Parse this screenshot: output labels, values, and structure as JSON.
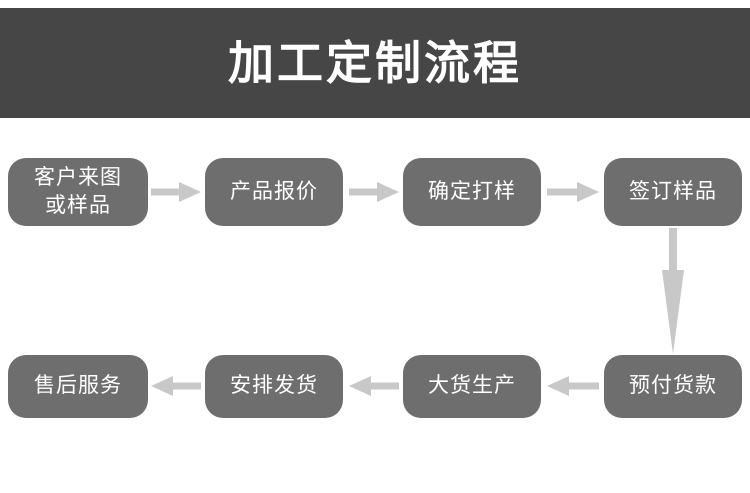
{
  "header": {
    "title": "加工定制流程",
    "background_color": "#464646",
    "text_color": "#ffffff"
  },
  "theme": {
    "node_fill": "#6e6e6e",
    "node_text": "#ffffff",
    "arrow_color": "#c8c8c8",
    "page_background": "#ffffff"
  },
  "flowchart": {
    "type": "process-flow",
    "direction": "boustrophedon",
    "row1": {
      "flow": "left-to-right",
      "nodes": [
        {
          "id": "step-1",
          "label": "客户来图\n或样品",
          "line1": "客户来图",
          "line2": "或样品",
          "lines": 2
        },
        {
          "id": "step-2",
          "label": "产品报价",
          "line1": "产品报价",
          "lines": 1
        },
        {
          "id": "step-3",
          "label": "确定打样",
          "line1": "确定打样",
          "lines": 1
        },
        {
          "id": "step-4",
          "label": "签订样品",
          "line1": "签订样品",
          "lines": 1
        }
      ]
    },
    "row2": {
      "flow": "right-to-left",
      "nodes": [
        {
          "id": "step-8",
          "label": "售后服务",
          "line1": "售后服务",
          "lines": 1
        },
        {
          "id": "step-7",
          "label": "安排发货",
          "line1": "安排发货",
          "lines": 1
        },
        {
          "id": "step-6",
          "label": "大货生产",
          "line1": "大货生产",
          "lines": 1
        },
        {
          "id": "step-5",
          "label": "预付货款",
          "line1": "预付货款",
          "lines": 1
        }
      ]
    },
    "connectors": [
      {
        "id": "arrow-1",
        "from": "step-1",
        "to": "step-2",
        "direction": "right"
      },
      {
        "id": "arrow-2",
        "from": "step-2",
        "to": "step-3",
        "direction": "right"
      },
      {
        "id": "arrow-3",
        "from": "step-3",
        "to": "step-4",
        "direction": "right"
      },
      {
        "id": "arrow-4",
        "from": "step-4",
        "to": "step-5",
        "direction": "down"
      },
      {
        "id": "arrow-5",
        "from": "step-5",
        "to": "step-6",
        "direction": "left"
      },
      {
        "id": "arrow-6",
        "from": "step-6",
        "to": "step-7",
        "direction": "left"
      },
      {
        "id": "arrow-7",
        "from": "step-7",
        "to": "step-8",
        "direction": "left"
      }
    ],
    "sequence": [
      "客户来图或样品",
      "产品报价",
      "确定打样",
      "签订样品",
      "预付货款",
      "大货生产",
      "安排发货",
      "售后服务"
    ]
  }
}
